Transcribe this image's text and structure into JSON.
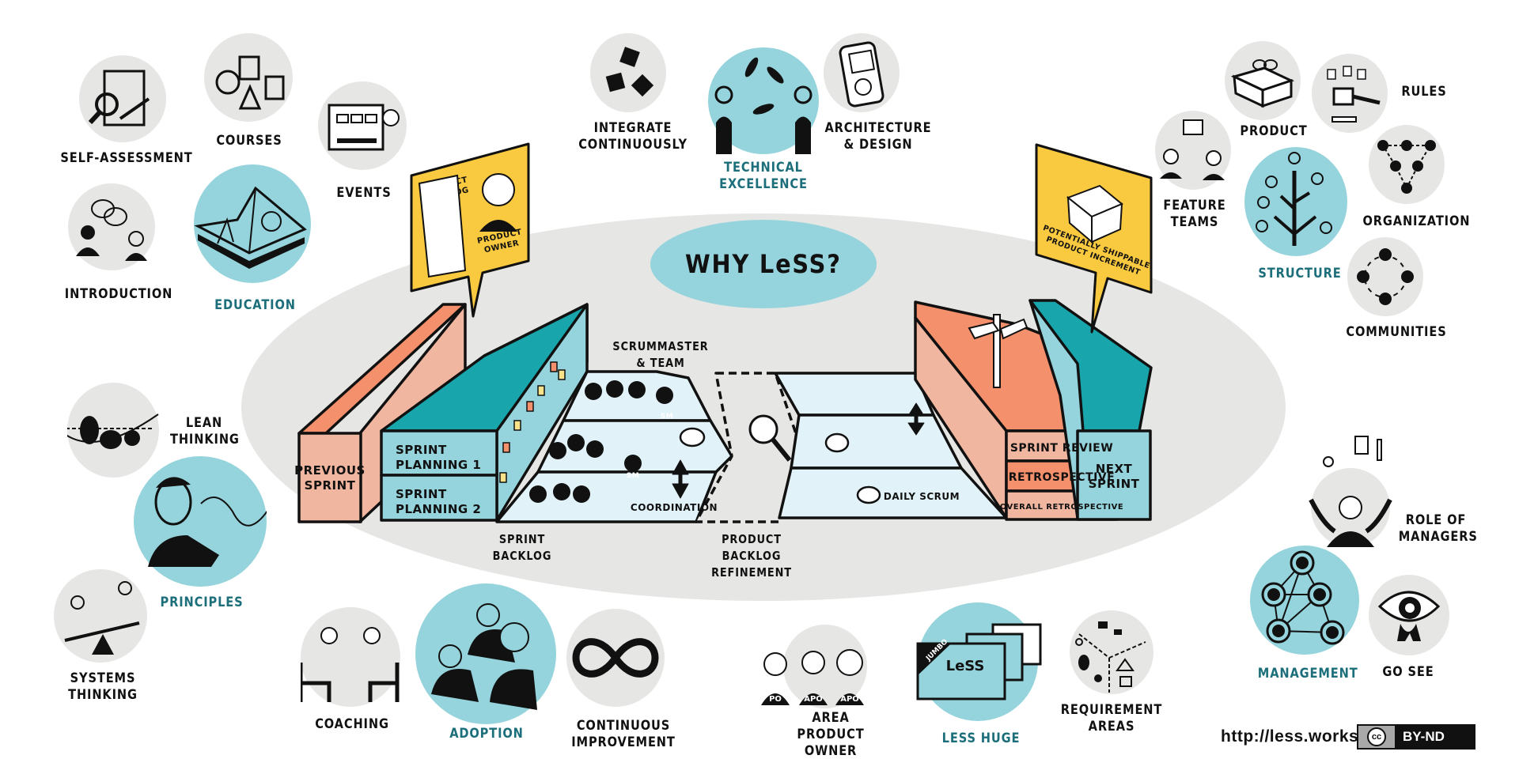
{
  "title": "WHY LeSS?",
  "colors": {
    "teal_light": "#95d4dc",
    "teal_dark": "#19a5ac",
    "teal_text": "#1c6f7a",
    "salmon": "#f4906c",
    "salmon_light": "#f1b6a0",
    "yellow": "#f9c940",
    "lane_blue": "#e1f2f8",
    "bubble_gray": "#e6e6e5",
    "ink": "#111111"
  },
  "clusters": {
    "education": {
      "hub": {
        "label": "EDUCATION",
        "icon": "open-book-icon"
      },
      "items": [
        {
          "label": "SELF-ASSESSMENT",
          "icon": "clipboard-magnifier-icon"
        },
        {
          "label": "COURSES",
          "icon": "geometric-shapes-icon"
        },
        {
          "label": "EVENTS",
          "icon": "calendar-clock-icon"
        },
        {
          "label": "INTRODUCTION",
          "icon": "two-people-talking-icon"
        }
      ]
    },
    "technical_excellence": {
      "hub": {
        "label": "TECHNICAL\nEXCELLENCE",
        "icon": "jugglers-icon"
      },
      "items": [
        {
          "label": "INTEGRATE\nCONTINUOUSLY",
          "icon": "puzzle-hands-icon"
        },
        {
          "label": "ARCHITECTURE\n& DESIGN",
          "icon": "music-player-icon"
        }
      ]
    },
    "structure": {
      "hub": {
        "label": "STRUCTURE",
        "icon": "apple-tree-icon"
      },
      "items": [
        {
          "label": "PRODUCT",
          "icon": "gift-box-icon"
        },
        {
          "label": "RULES",
          "icon": "gavel-icon"
        },
        {
          "label": "FEATURE\nTEAMS",
          "icon": "handing-gift-icon"
        },
        {
          "label": "ORGANIZATION",
          "icon": "org-triangle-icon"
        },
        {
          "label": "COMMUNITIES",
          "icon": "people-circle-icon"
        }
      ]
    },
    "principles": {
      "hub": {
        "label": "PRINCIPLES",
        "icon": "man-drawing-icon"
      },
      "items": [
        {
          "label": "LEAN\nTHINKING",
          "icon": "lake-rocks-icon"
        },
        {
          "label": "SYSTEMS\nTHINKING",
          "icon": "seesaw-icon"
        }
      ]
    },
    "adoption": {
      "hub": {
        "label": "ADOPTION",
        "icon": "less-shirts-people-icon"
      },
      "items": [
        {
          "label": "COACHING",
          "icon": "coaching-chairs-icon"
        },
        {
          "label": "CONTINUOUS\nIMPROVEMENT",
          "icon": "infinity-icon"
        }
      ]
    },
    "less_huge": {
      "hub": {
        "label": "LESS HUGE",
        "icon": "jumbo-boxes-icon",
        "box_texts": [
          "JUMBO",
          "LeSS"
        ]
      },
      "items": [
        {
          "label": "AREA PRODUCT\nOWNER",
          "icon": "po-apo-people-icon",
          "badges": [
            "PO",
            "APO",
            "APO"
          ]
        },
        {
          "label": "REQUIREMENT\nAREAS",
          "icon": "sorted-shapes-icon"
        }
      ]
    },
    "management": {
      "hub": {
        "label": "MANAGEMENT",
        "icon": "network-people-icon"
      },
      "items": [
        {
          "label": "ROLE OF\nMANAGERS",
          "icon": "manager-juggling-icon"
        },
        {
          "label": "GO SEE",
          "icon": "walking-eye-icon"
        }
      ]
    }
  },
  "sprint_diagram": {
    "previous_sprint": "PREVIOUS\nSPRINT",
    "sprint_planning_1": "SPRINT\nPLANNING 1",
    "sprint_planning_2": "SPRINT\nPLANNING 2",
    "sprint_backlog": "SPRINT\nBACKLOG",
    "scrummaster_team": "SCRUMMASTER\n& TEAM",
    "sm_badge": "SM",
    "coordination": "COORDINATION",
    "product_backlog_refinement": "PRODUCT\nBACKLOG\nREFINEMENT",
    "daily_scrum": "DAILY SCRUM",
    "sprint_review": "SPRINT REVIEW",
    "retrospective": "RETROSPECTIVE",
    "overall_retrospective": "OVERALL RETROSPECTIVE",
    "next_sprint": "NEXT\nSPRINT",
    "product_owner_sign": {
      "backlog_title": "PRODUCT\nBACKLOG",
      "owner_label": "PRODUCT\nOWNER"
    },
    "increment_sign": {
      "label": "POTENTIALLY SHIPPABLE\nPRODUCT INCREMENT"
    }
  },
  "footer": {
    "url": "http://less.works",
    "license_icon": "cc",
    "license": "BY-ND"
  }
}
